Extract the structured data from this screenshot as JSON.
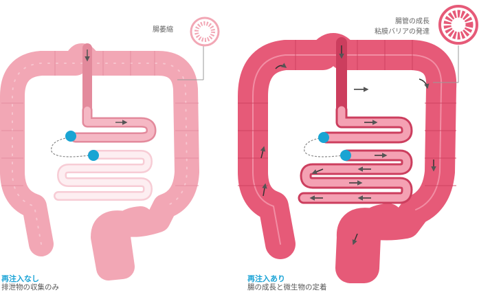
{
  "left_panel": {
    "title": "再注入なし",
    "description": "排泄物の収集のみ",
    "callout": "腸萎縮"
  },
  "right_panel": {
    "title": "再注入あり",
    "description": "腸の成長と微生物の定着",
    "callout_line1": "腸管の成長",
    "callout_line2": "粘膜バリアの発達"
  },
  "colors": {
    "accent": "#1aa3d6",
    "left_colon": "#f2a7b5",
    "left_colon_dark": "#e38a9c",
    "left_small_active": "#f5b8c4",
    "left_small_atrophic": "#fbe3e8",
    "right_colon": "#e65a78",
    "right_colon_dark": "#cc3e5e",
    "right_small": "#f4a1b3",
    "stoma": "#19a4d3"
  }
}
